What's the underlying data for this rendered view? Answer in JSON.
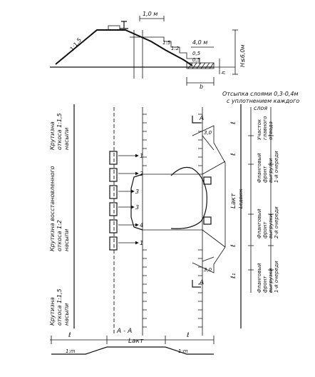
{
  "labels": {
    "dim_top": "1,0 м",
    "dim_mid": "4,0 м",
    "dim_small_a": "0,5",
    "dim_small_b": "0,5",
    "slope_12": "1:2",
    "slope_15": "1:5",
    "b": "b",
    "outer_slope": "1:1,5",
    "height": "H≤6,0м",
    "h": "h",
    "note_1": "Отсыпка слоями 0,3-0,4м",
    "note_2": "с уплотнением каждого",
    "note_3": "слоя"
  },
  "left_labels": {
    "top": [
      "Крутизна",
      "откоса 1:1,5",
      "насыпи"
    ],
    "middle": [
      "Крутизна восстановленного",
      "откоса 1:2",
      "насыпи"
    ],
    "bottom": [
      "Крутизна",
      "откоса 1:1,5",
      "насыпи"
    ]
  },
  "plan": {
    "numbers": [
      "1",
      "2",
      "3",
      "3",
      "4",
      "1"
    ],
    "a_top": "A",
    "a_bottom": "A",
    "dim_30_top": "3,0",
    "dim_30_bottom": "3,0",
    "dims": {
      "l_top": "ℓ",
      "l_second": "ℓ",
      "l_akt": "Lакт",
      "l_dual": "Lсдвиж",
      "l_third": "ℓ",
      "l1_bottom": "ℓ₁"
    }
  },
  "right_labels": {
    "a": [
      "Участок",
      "главного",
      "отвода"
    ],
    "b": [
      "Фланговый",
      "фронт",
      "выгрузки",
      "1-й очереди"
    ],
    "c": [
      "Фланговый",
      "фронт",
      "выгрузки",
      "2-й очереди"
    ],
    "d": [
      "Фланговый",
      "фронт",
      "выгрузки",
      "1-й очереди"
    ]
  },
  "section": {
    "title": "А - А",
    "l_left": "ℓ",
    "l_akt": "Lакт",
    "l_right": "ℓ",
    "slope_left": "1:m",
    "slope_right": "1:m"
  }
}
